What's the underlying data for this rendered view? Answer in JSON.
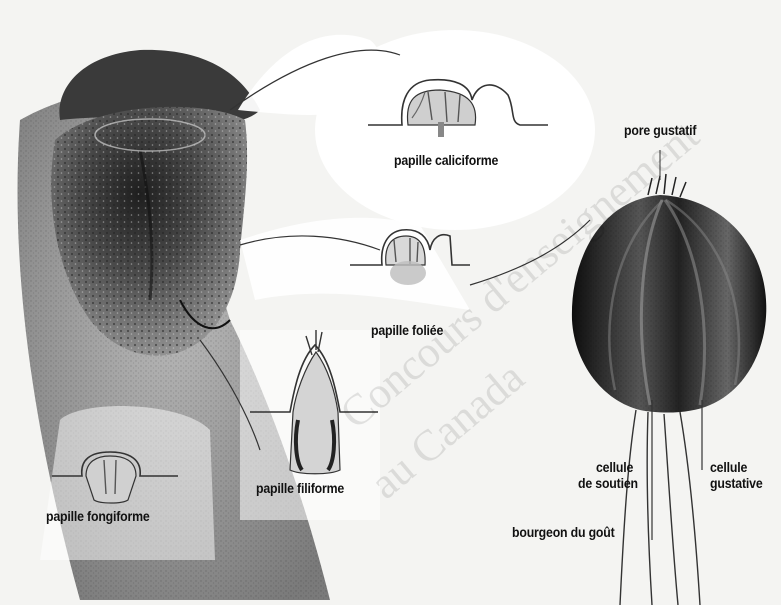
{
  "labels": {
    "pore": "pore gustatif",
    "caliciforme": "papille caliciforme",
    "foliee": "papille foliée",
    "filiforme": "papille filiforme",
    "fongiforme": "papille fongiforme",
    "soutien_line1": "cellule",
    "soutien_line2": "de soutien",
    "gustative_line1": "cellule",
    "gustative_line2": "gustative",
    "bourgeon": "bourgeon du goût"
  },
  "watermark": {
    "line1": "Concours d'enseignement",
    "line2": "au Canada"
  },
  "colors": {
    "background": "#f4f4f2",
    "ink": "#111111",
    "callout_fill": "#ffffff",
    "tongue_dark": "#2a2a2a",
    "tongue_mid": "#6f6f6f",
    "bud_dark": "#1c1c1c"
  }
}
